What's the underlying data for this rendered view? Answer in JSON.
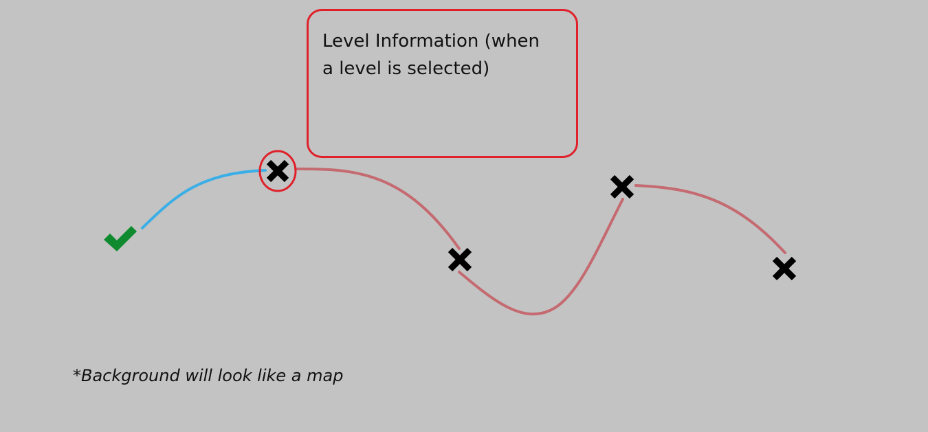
{
  "info_panel": {
    "text": "Level Information (when a level is selected)"
  },
  "footnote": "*Background will look like a map",
  "colors": {
    "background": "#c3c3c3",
    "completed_path": "#3aaee6",
    "locked_path": "#c46a70",
    "selection_ring": "#e0202a",
    "completed_marker": "#0f8a2e",
    "locked_marker": "#000000"
  },
  "levels": [
    {
      "status": "completed",
      "icon": "check-icon"
    },
    {
      "status": "locked",
      "icon": "x-icon",
      "selected": true
    },
    {
      "status": "locked",
      "icon": "x-icon"
    },
    {
      "status": "locked",
      "icon": "x-icon"
    },
    {
      "status": "locked",
      "icon": "x-icon"
    }
  ]
}
